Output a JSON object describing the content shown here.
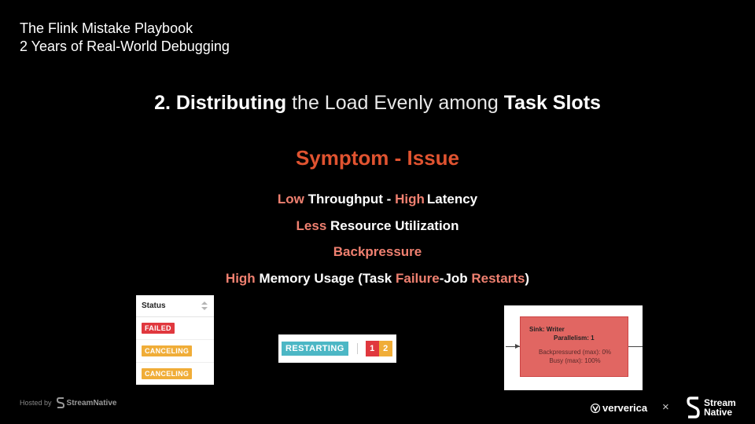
{
  "header": {
    "line1": "The Flink Mistake Playbook",
    "line2": "2 Years of Real-World Debugging"
  },
  "title": {
    "number": "2.",
    "bold1": "Distributing",
    "light1": "the Load Evenly among",
    "bold2": "Task Slots"
  },
  "symptom": {
    "heading": "Symptom - Issue",
    "line1": {
      "a1": "Low",
      "w1": "Throughput -",
      "a2": "High",
      "w2": "Latency"
    },
    "line2": {
      "a1": "Less",
      "w1": "Resource Utilization"
    },
    "line3": {
      "a1": "Backpressure"
    },
    "line4": {
      "a1": "High",
      "w1": "Memory Usage (Task",
      "a2": "Failure",
      "w2": "-Job",
      "a3": "Restarts",
      "w3": ")"
    }
  },
  "status_table": {
    "header": "Status",
    "rows": [
      "FAILED",
      "CANCELING",
      "CANCELING"
    ]
  },
  "restart": {
    "label": "RESTARTING",
    "counts": [
      "1",
      "2"
    ]
  },
  "sink": {
    "name": "Sink: Writer",
    "parallelism": "Parallelism: 1",
    "backpressured": "Backpressured (max): 0%",
    "busy": "Busy (max): 100%"
  },
  "footer": {
    "hosted_by": "Hosted by",
    "hosted_brand": "StreamNative",
    "partner1": "ververica",
    "times": "×",
    "partner2_l1": "Stream",
    "partner2_l2": "Native"
  },
  "colors": {
    "accent": "#ef8070",
    "symptom_heading": "#e05330",
    "failed": "#e0383e",
    "canceling": "#f0ad38",
    "restarting": "#4cb7c5",
    "sink_node": "#e16662"
  }
}
